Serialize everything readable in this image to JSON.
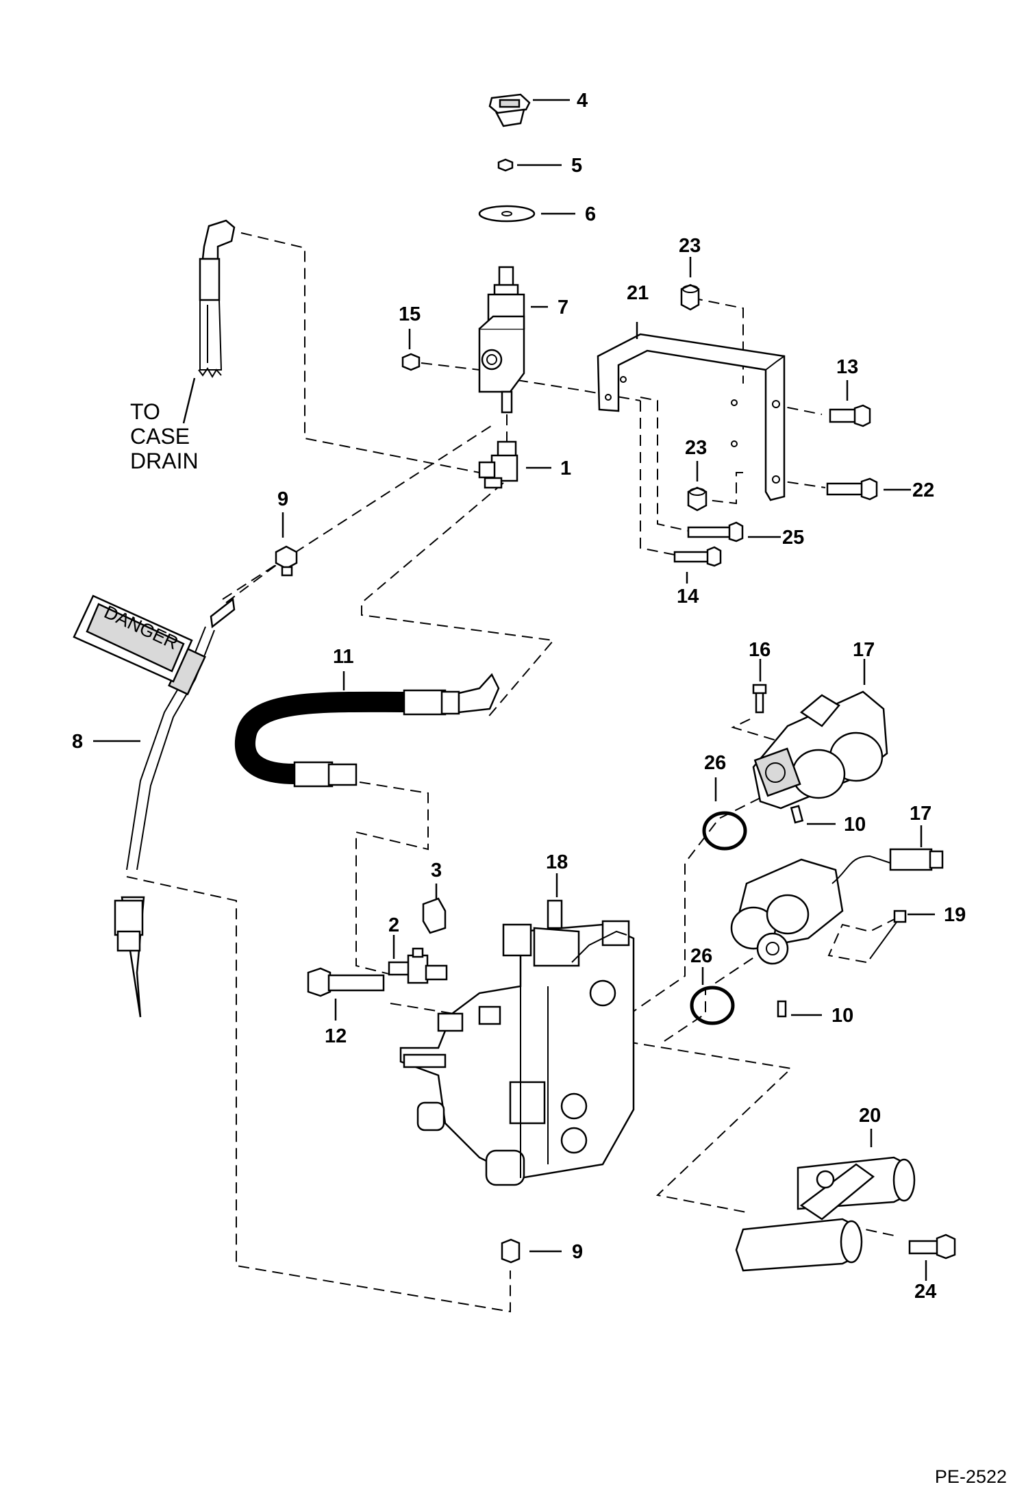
{
  "diagram": {
    "note_lines": [
      "TO",
      "CASE",
      "DRAIN"
    ],
    "figure_id": "PE-2522",
    "callouts": [
      "4",
      "5",
      "6",
      "7",
      "21",
      "23",
      "15",
      "13",
      "1",
      "23",
      "22",
      "9",
      "25",
      "14",
      "11",
      "16",
      "17",
      "8",
      "26",
      "10",
      "17",
      "18",
      "3",
      "19",
      "2",
      "26",
      "12",
      "10",
      "20",
      "9",
      "24"
    ],
    "label_text_on_tag": "DANGER"
  }
}
